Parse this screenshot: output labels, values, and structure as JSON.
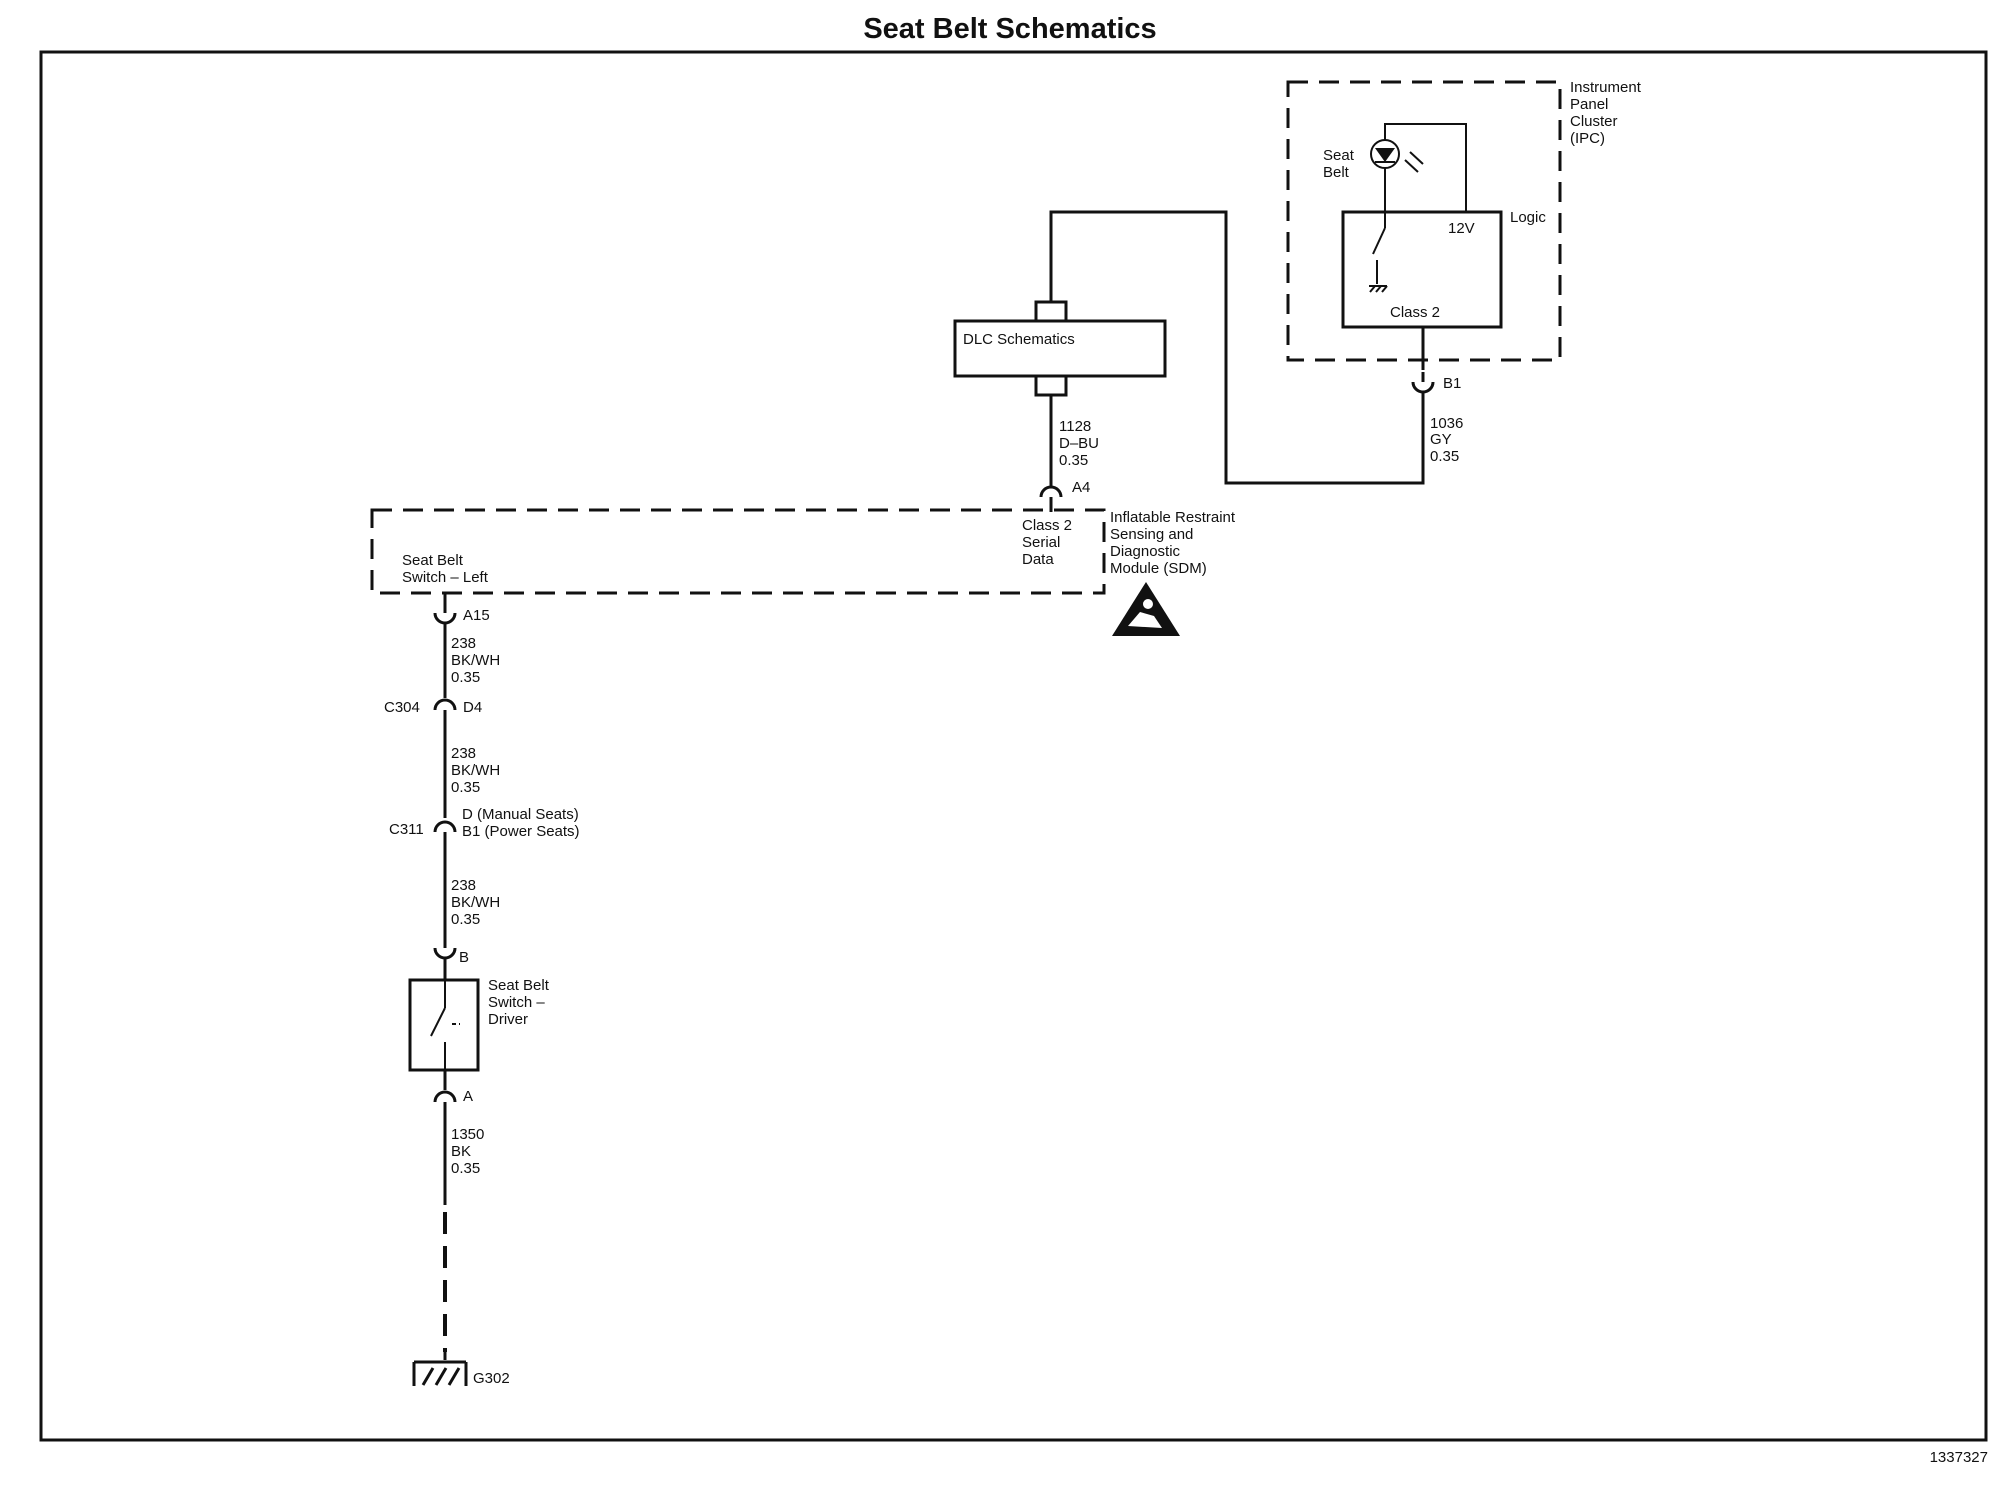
{
  "title": "Seat Belt Schematics",
  "figure_id": "1337327",
  "ipc": {
    "lines": [
      "Instrument",
      "Panel",
      "Cluster",
      "(IPC)"
    ],
    "seat_belt_lamp": [
      "Seat",
      "Belt"
    ],
    "logic": "Logic",
    "v12": "12V",
    "class2": "Class 2"
  },
  "dlc": {
    "label": "DLC Schematics"
  },
  "sdm": {
    "lines": [
      "Inflatable Restraint",
      "Sensing and",
      "Diagnostic",
      "Module (SDM)"
    ],
    "class2_serial": [
      "Class 2",
      "Serial",
      "Data"
    ],
    "seatbelt_switch_left": [
      "Seat Belt",
      "Switch – Left"
    ]
  },
  "connectors": {
    "b1_ipc": "B1",
    "a4": "A4",
    "a15": "A15",
    "c304": "C304",
    "d4": "D4",
    "c311": "C311",
    "c311_d": "D (Manual Seats)",
    "c311_b1": "B1 (Power Seats)",
    "b": "B",
    "a": "A"
  },
  "wires": {
    "w1128": [
      "1128",
      "D–BU",
      "0.35"
    ],
    "w1036": [
      "1036",
      "GY",
      "0.35"
    ],
    "w238_1": [
      "238",
      "BK/WH",
      "0.35"
    ],
    "w238_2": [
      "238",
      "BK/WH",
      "0.35"
    ],
    "w238_3": [
      "238",
      "BK/WH",
      "0.35"
    ],
    "w1350": [
      "1350",
      "BK",
      "0.35"
    ]
  },
  "driver_switch": {
    "lines": [
      "Seat Belt",
      "Switch –",
      "Driver"
    ]
  },
  "ground": {
    "label": "G302"
  }
}
